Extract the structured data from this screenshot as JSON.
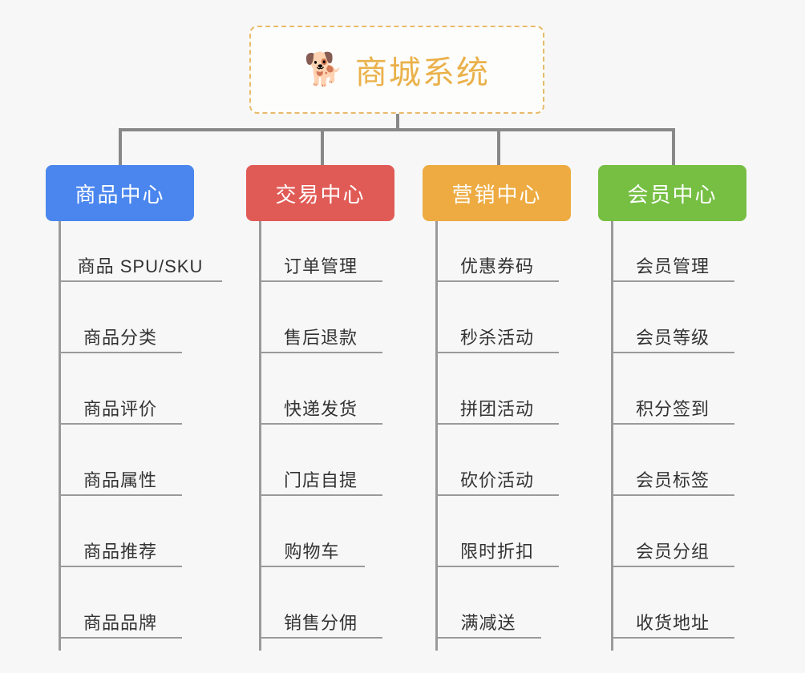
{
  "diagram": {
    "type": "mind-map",
    "background_color": "#f7f7f7",
    "root": {
      "title": "商城系统",
      "emoji": "🐕",
      "emoji_name": "shiba-dog-face",
      "text_color": "#eab14a",
      "border_color": "#e8bb6a",
      "background_color": "#fdfdfc"
    },
    "branches": [
      {
        "label": "商品中心",
        "color": "#4a86ee",
        "items": [
          "商品 SPU/SKU",
          "商品分类",
          "商品评价",
          "商品属性",
          "商品推荐",
          "商品品牌"
        ]
      },
      {
        "label": "交易中心",
        "color": "#e15b56",
        "items": [
          "订单管理",
          "售后退款",
          "快递发货",
          "门店自提",
          "购物车",
          "销售分佣"
        ]
      },
      {
        "label": "营销中心",
        "color": "#edab41",
        "items": [
          "优惠券码",
          "秒杀活动",
          "拼团活动",
          "砍价活动",
          "限时折扣",
          "满减送"
        ]
      },
      {
        "label": "会员中心",
        "color": "#76bf43",
        "items": [
          "会员管理",
          "会员等级",
          "积分签到",
          "会员标签",
          "会员分组",
          "收货地址"
        ]
      }
    ],
    "connector_color": "#888888",
    "leaf_line_color": "#9a9a9a",
    "leaf_text_color": "#333333"
  }
}
